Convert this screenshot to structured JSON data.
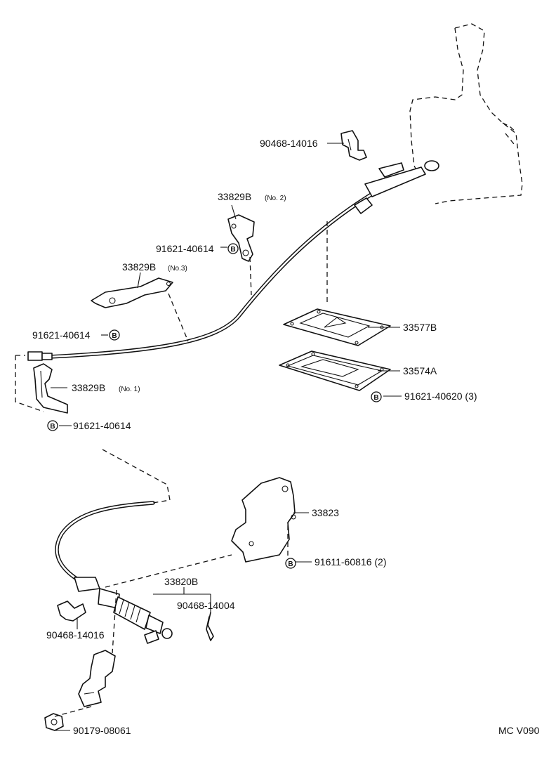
{
  "labels": {
    "clip_upper": "90468-14016",
    "bracket_no2": "33829B",
    "bracket_no2_note": "(No. 2)",
    "bolt_no2": "91621-40614",
    "bracket_no3": "33829B",
    "bracket_no3_note": "(No.3)",
    "bolt_no3": "91621-40614",
    "plate_upper": "33577B",
    "gasket": "33574A",
    "bolt_plate": "91621-40620 (3)",
    "bracket_no1": "33829B",
    "bracket_no1_note": "(No. 1)",
    "bolt_no1": "91621-40614",
    "bracket_lower": "33823",
    "bolt_lower": "91611-60816 (2)",
    "cable_end": "33820B",
    "pin": "90468-14004",
    "clip_lower": "90468-14016",
    "nut": "90179-08061",
    "diagram_code": "MC V090"
  },
  "badge_letter": "B"
}
